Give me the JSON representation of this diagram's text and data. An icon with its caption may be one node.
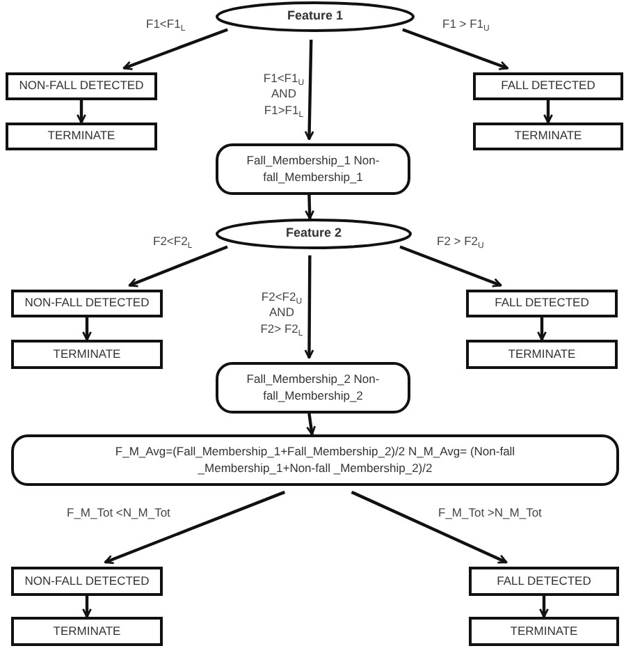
{
  "diagram": {
    "nodes": [
      {
        "text": [
          "Feature 1"
        ]
      },
      {
        "text": [
          "NON-FALL DETECTED"
        ]
      },
      {
        "text": [
          "TERMINATE"
        ]
      },
      {
        "text": [
          "FALL DETECTED"
        ]
      },
      {
        "text": [
          "TERMINATE"
        ]
      },
      {
        "text": [
          "Fall_Membership_1 Non-fall_Membership_1"
        ]
      },
      {
        "text": [
          "Feature 2"
        ]
      },
      {
        "text": [
          "NON-FALL DETECTED"
        ]
      },
      {
        "text": [
          "TERMINATE"
        ]
      },
      {
        "text": [
          "FALL DETECTED"
        ]
      },
      {
        "text": [
          "TERMINATE"
        ]
      },
      {
        "text": [
          "Fall_Membership_2 Non-fall_Membership_2"
        ]
      },
      {
        "text": [
          "F_M_Avg=(Fall_Membership_1+Fall_Membership_2)/2 N_M_Avg= (Non-fall _Membership_1+Non-fall _Membership_2)/2"
        ]
      },
      {
        "text": [
          "NON-FALL DETECTED"
        ]
      },
      {
        "text": [
          "TERMINATE"
        ]
      },
      {
        "text": [
          "FALL DETECTED"
        ]
      },
      {
        "text": [
          "TERMINATE"
        ]
      }
    ],
    "edges": [
      {
        "from": 0,
        "to": 1,
        "arrow": "to",
        "label": "F1<F1$_{L}$"
      },
      {
        "from": 0,
        "to": 3,
        "arrow": "to",
        "label": "F1 > F1$_{U}$"
      },
      {
        "from": 0,
        "to": 5,
        "arrow": "to",
        "label": "F1<F1$_{U}$ AND F1>F1$_{L}$"
      },
      {
        "from": 1,
        "to": 2,
        "arrow": "to"
      },
      {
        "from": 3,
        "to": 4,
        "arrow": "to"
      },
      {
        "from": 5,
        "to": 6,
        "arrow": "to"
      },
      {
        "from": 6,
        "to": 7,
        "arrow": "to",
        "label": "F2<F2$_{L}$"
      },
      {
        "from": 6,
        "to": 9,
        "arrow": "to",
        "label": "F2 > F2$_{U}$"
      },
      {
        "from": 6,
        "to": 11,
        "arrow": "to",
        "label": "F2<F2$_{U}$ AND F2> F2$_{L}$"
      },
      {
        "from": 7,
        "to": 8,
        "arrow": "to"
      },
      {
        "from": 9,
        "to": 10,
        "arrow": "to"
      },
      {
        "from": 11,
        "to": 12,
        "arrow": "to"
      },
      {
        "from": 12,
        "to": 13,
        "arrow": "to",
        "label": "F_M_Tot <N_M_Tot"
      },
      {
        "from": 12,
        "to": 15,
        "arrow": "to",
        "label": "F_M_Tot >N_M_Tot"
      },
      {
        "from": 13,
        "to": 14,
        "arrow": "to"
      },
      {
        "from": 15,
        "to": 16,
        "arrow": "to"
      }
    ]
  }
}
